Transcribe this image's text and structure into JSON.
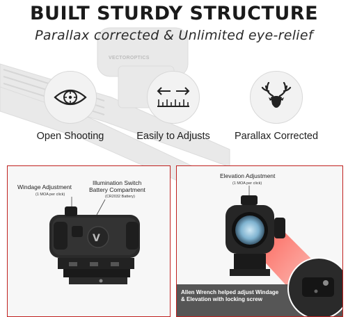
{
  "header": {
    "title": "BUILT STURDY STRUCTURE",
    "subtitle": "Parallax corrected & Unlimited eye-relief"
  },
  "background": {
    "brand_text": "VECTOROPTICS"
  },
  "features": [
    {
      "icon": "eye-reticle-icon",
      "label": "Open Shooting"
    },
    {
      "icon": "adjust-arrows-ruler-icon",
      "label": "Easily to Adjusts"
    },
    {
      "icon": "deer-head-icon",
      "label": "Parallax Corrected"
    }
  ],
  "left_panel": {
    "windage_title": "Windage Adjustment",
    "windage_sub": "(1 MOA per click)",
    "illumination_title_1": "Illumination Switch",
    "illumination_title_2": "Battery Compartment",
    "illumination_sub": "(CR2032 Battery)"
  },
  "right_panel": {
    "elevation_title": "Elevation Adjustment",
    "elevation_sub": "(1 MOA per click)",
    "note_line_1": "Allen Wrench helped adjust Windage",
    "note_line_2": "& Elevation with locking screw"
  },
  "colors": {
    "accent_red": "#c0201e",
    "text_dark": "#1a1a1a",
    "icon_bg": "#f2f2f2"
  }
}
